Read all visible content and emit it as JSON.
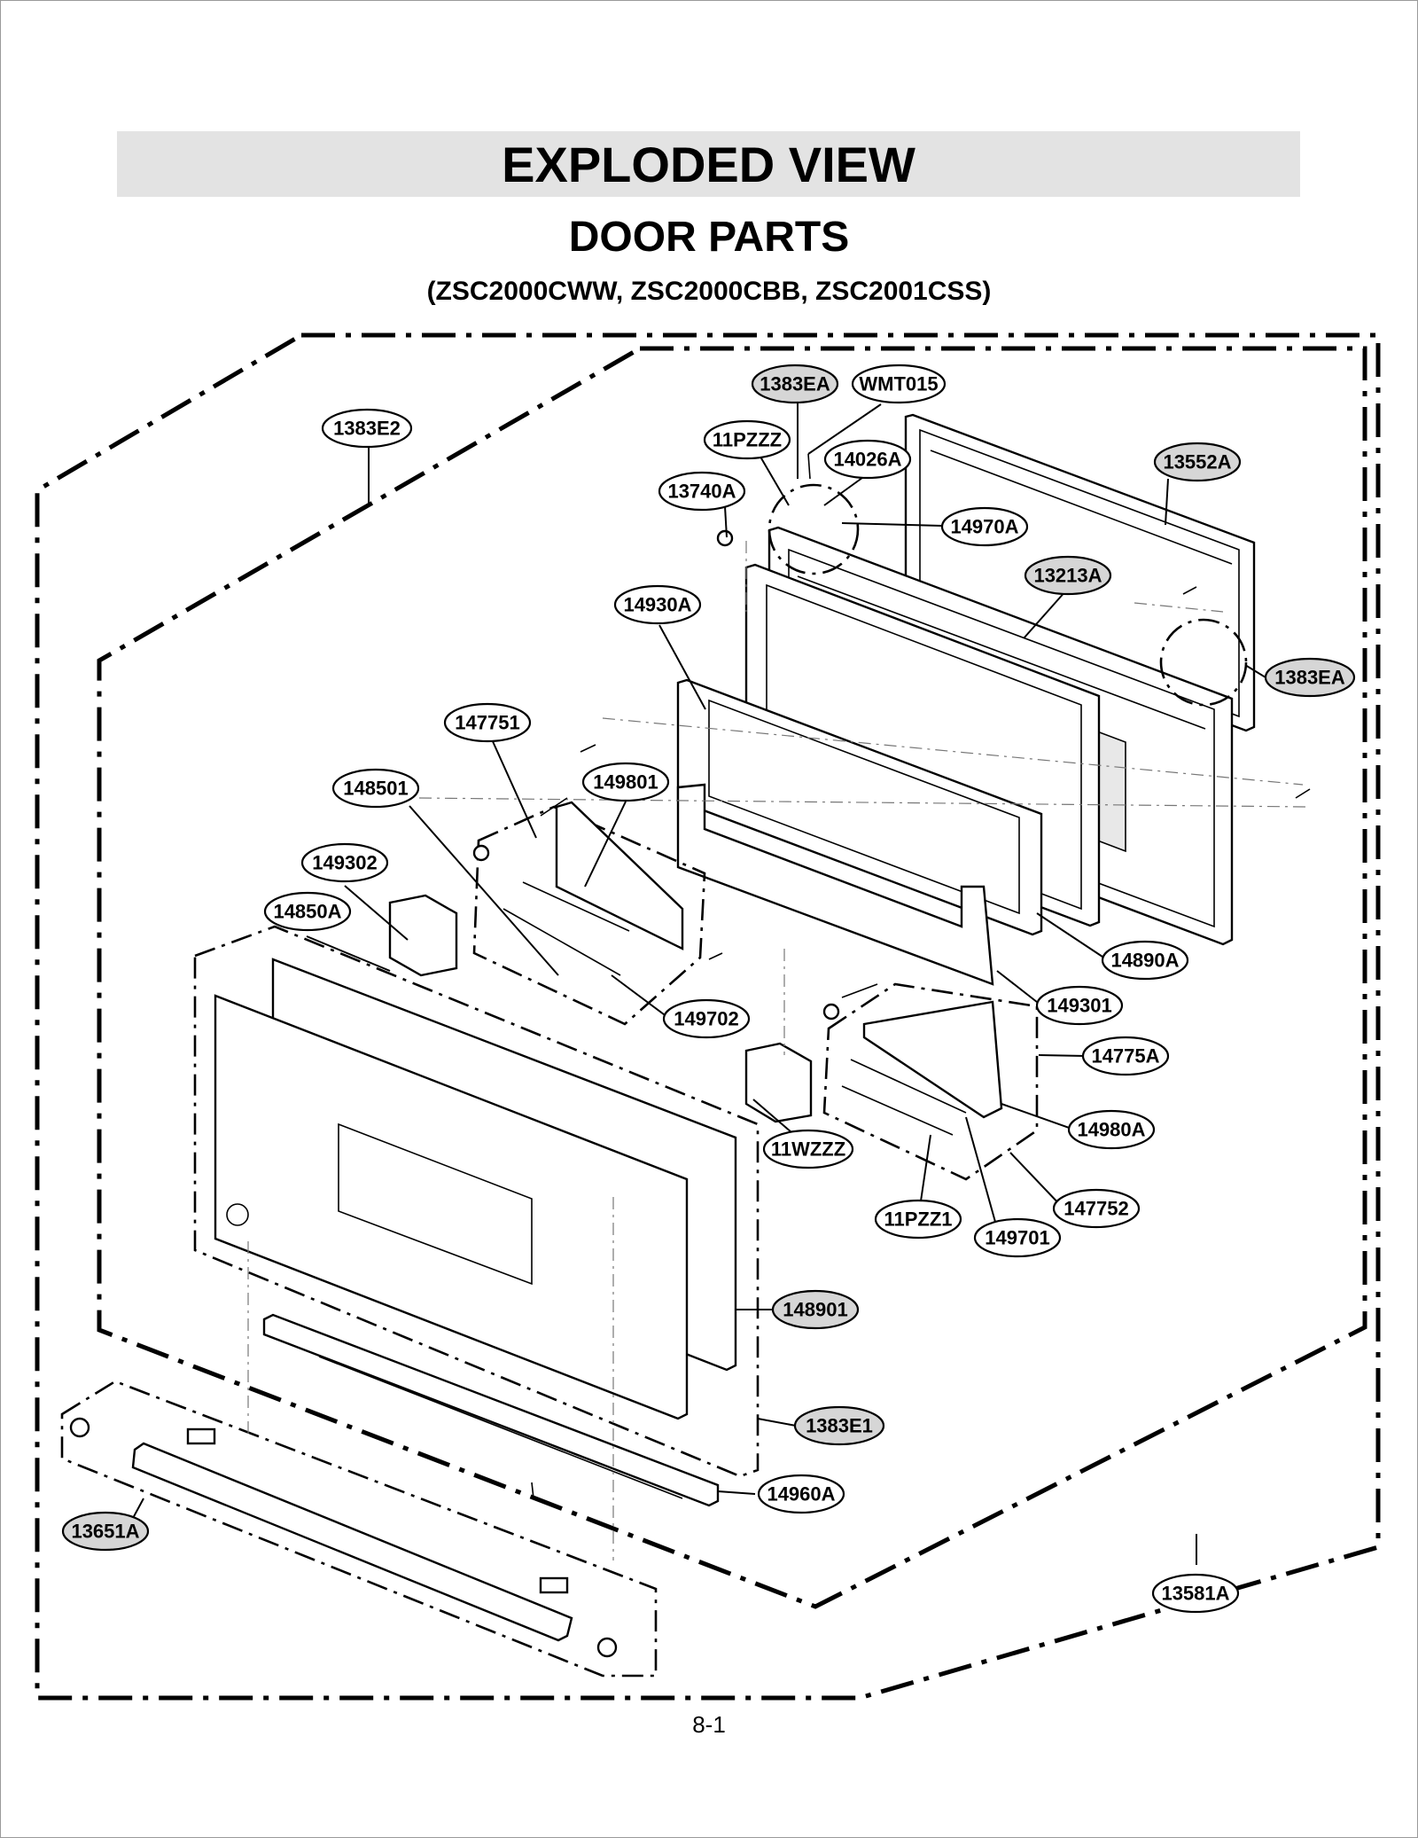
{
  "page": {
    "title": "EXPLODED VIEW",
    "subtitle": "DOOR PARTS",
    "models": "(ZSC2000CWW, ZSC2000CBB, ZSC2001CSS)",
    "page_number": "8-1"
  },
  "callouts": [
    {
      "id": "1383EA-top",
      "text": "1383EA",
      "shaded": true
    },
    {
      "id": "WMT015",
      "text": "WMT015",
      "shaded": false
    },
    {
      "id": "1383E2",
      "text": "1383E2",
      "shaded": false
    },
    {
      "id": "11PZZZ",
      "text": "11PZZZ",
      "shaded": false
    },
    {
      "id": "14026A",
      "text": "14026A",
      "shaded": false
    },
    {
      "id": "13552A",
      "text": "13552A",
      "shaded": true
    },
    {
      "id": "13740A",
      "text": "13740A",
      "shaded": false
    },
    {
      "id": "14970A",
      "text": "14970A",
      "shaded": false
    },
    {
      "id": "13213A",
      "text": "13213A",
      "shaded": true
    },
    {
      "id": "14930A",
      "text": "14930A",
      "shaded": false
    },
    {
      "id": "1383EA-right",
      "text": "1383EA",
      "shaded": true
    },
    {
      "id": "147751",
      "text": "147751",
      "shaded": false
    },
    {
      "id": "148501",
      "text": "148501",
      "shaded": false
    },
    {
      "id": "149801",
      "text": "149801",
      "shaded": false
    },
    {
      "id": "149302",
      "text": "149302",
      "shaded": false
    },
    {
      "id": "14850A",
      "text": "14850A",
      "shaded": false
    },
    {
      "id": "14890A",
      "text": "14890A",
      "shaded": false
    },
    {
      "id": "149301",
      "text": "149301",
      "shaded": false
    },
    {
      "id": "149702",
      "text": "149702",
      "shaded": false
    },
    {
      "id": "14775A",
      "text": "14775A",
      "shaded": false
    },
    {
      "id": "14980A",
      "text": "14980A",
      "shaded": false
    },
    {
      "id": "11WZZZ",
      "text": "11WZZZ",
      "shaded": false
    },
    {
      "id": "147752",
      "text": "147752",
      "shaded": false
    },
    {
      "id": "11PZZ1",
      "text": "11PZZ1",
      "shaded": false
    },
    {
      "id": "149701",
      "text": "149701",
      "shaded": false
    },
    {
      "id": "148901",
      "text": "148901",
      "shaded": true
    },
    {
      "id": "1383E1",
      "text": "1383E1",
      "shaded": true
    },
    {
      "id": "14960A",
      "text": "14960A",
      "shaded": false
    },
    {
      "id": "13651A",
      "text": "13651A",
      "shaded": true
    },
    {
      "id": "13581A",
      "text": "13581A",
      "shaded": false
    }
  ],
  "colors": {
    "title_bar": "#e3e3e3",
    "shaded_callout": "#d6d6d6",
    "line": "#000000"
  }
}
